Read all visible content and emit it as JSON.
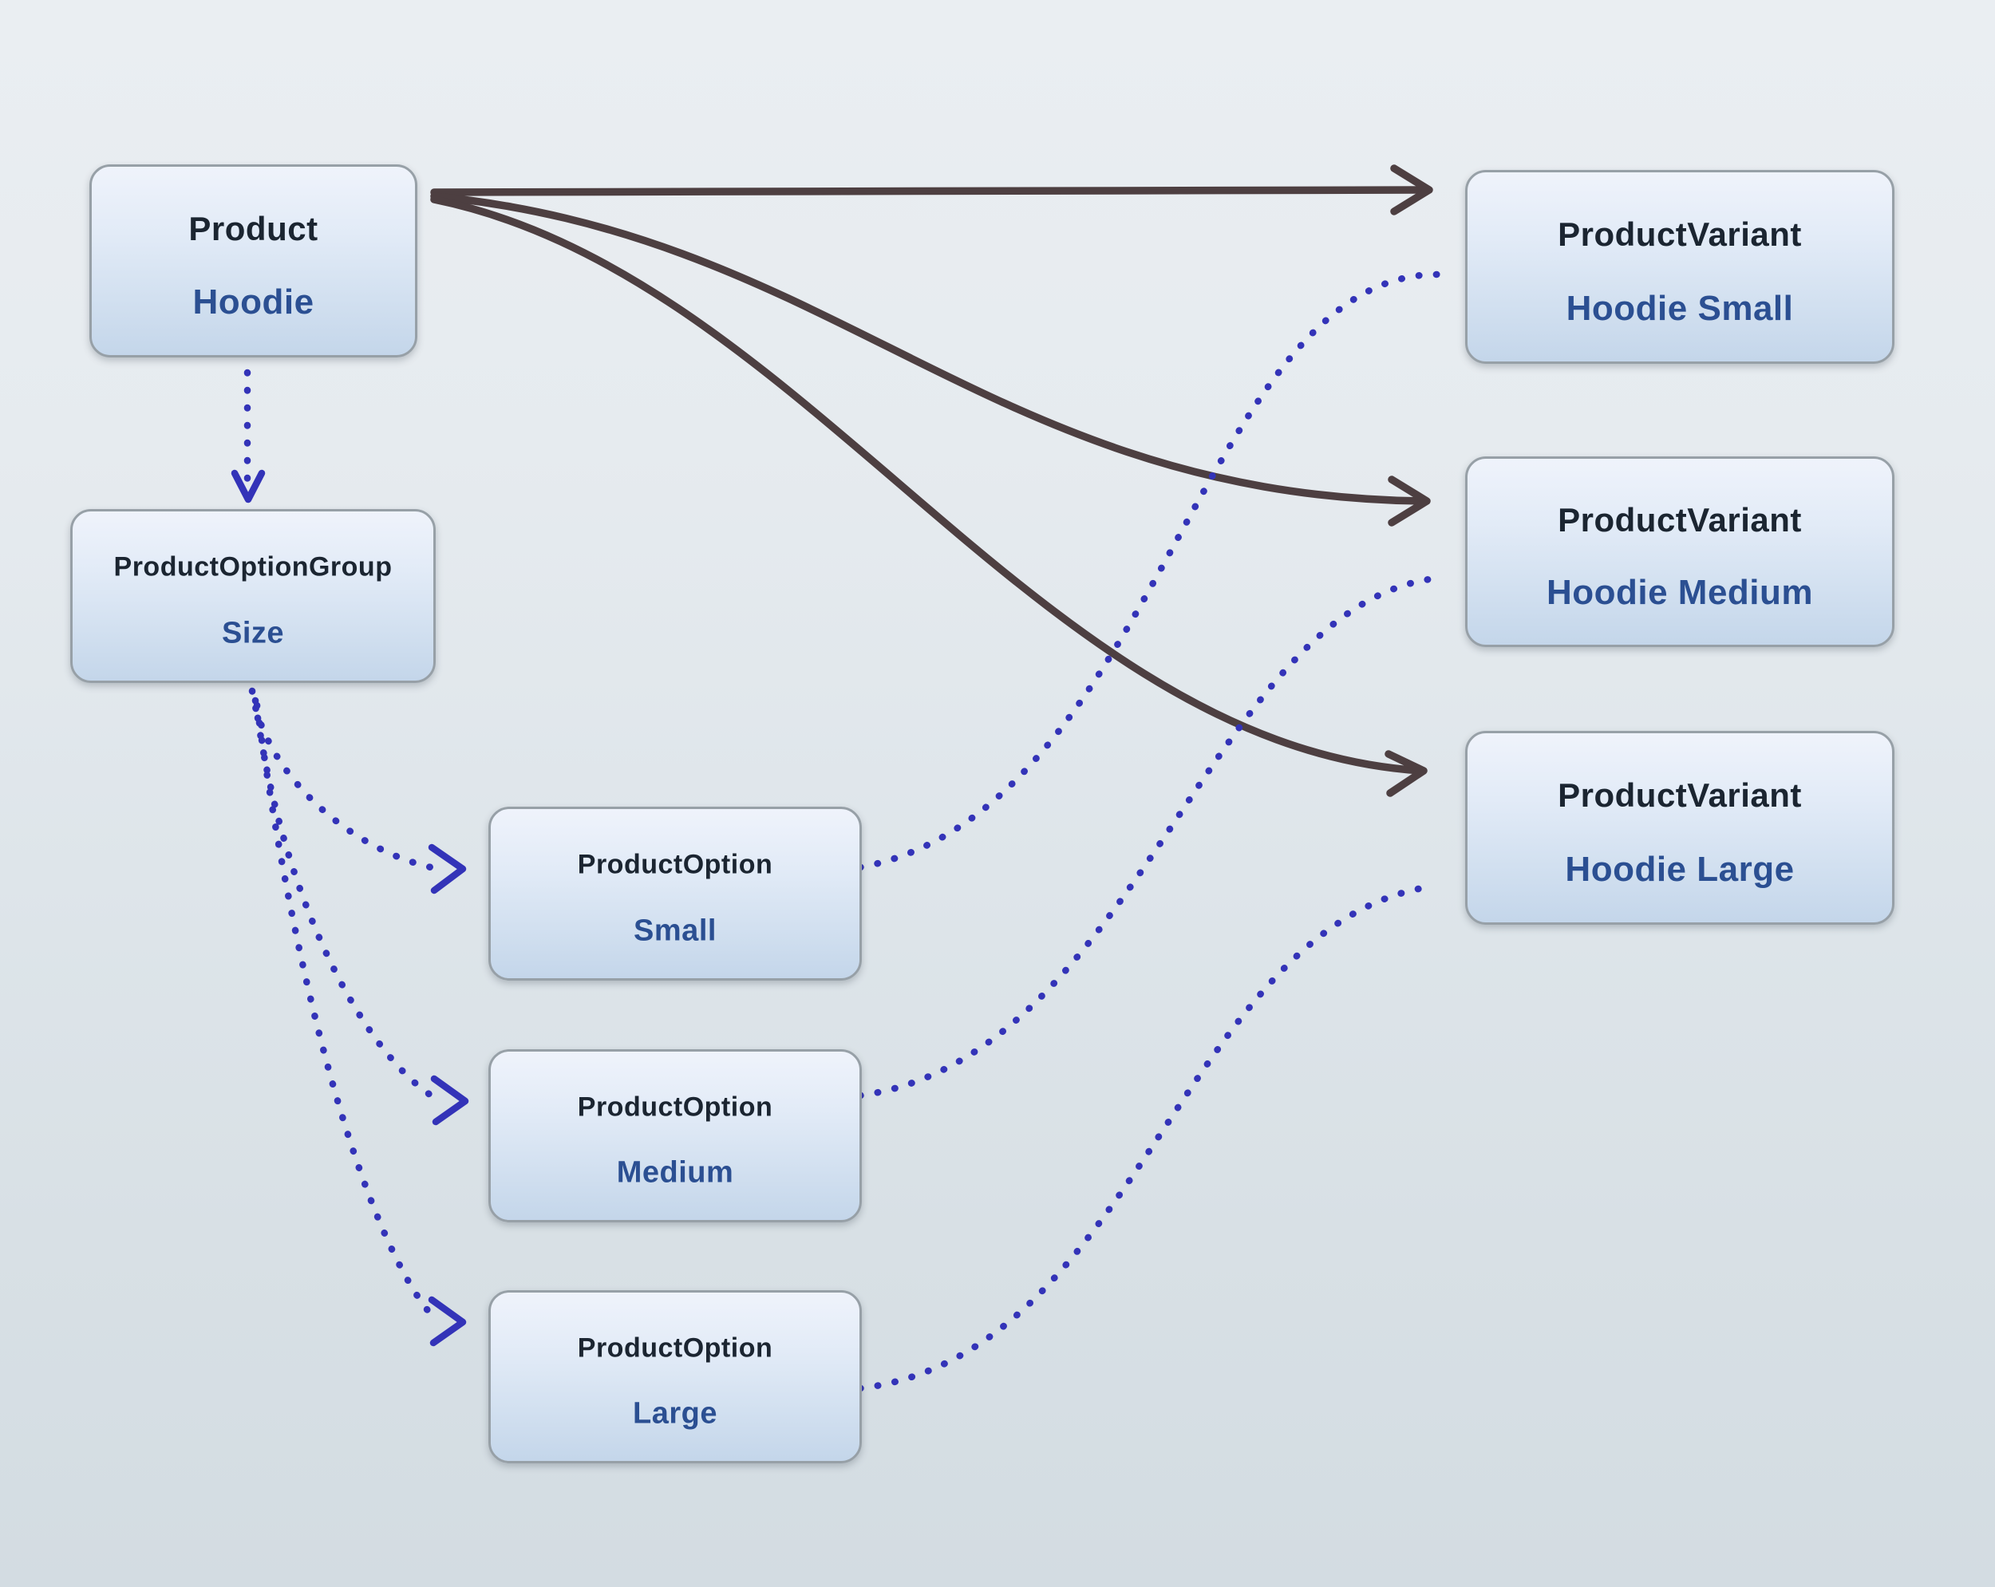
{
  "colors": {
    "background_top": "#eaeef2",
    "background_bottom": "#d3dce2",
    "solid_edge": "#4d3f41",
    "dotted_edge": "#3333b8",
    "node_title": "#1b2531",
    "node_value": "#2b4f92",
    "node_border": "#97a0a7",
    "node_fill_top": "#eff3fb",
    "node_fill_bottom": "#c4d6ea"
  },
  "nodes": {
    "product": {
      "title": "Product",
      "value": "Hoodie"
    },
    "option_group": {
      "title": "ProductOptionGroup",
      "value": "Size"
    },
    "option_small": {
      "title": "ProductOption",
      "value": "Small"
    },
    "option_medium": {
      "title": "ProductOption",
      "value": "Medium"
    },
    "option_large": {
      "title": "ProductOption",
      "value": "Large"
    },
    "variant_small": {
      "title": "ProductVariant",
      "value": "Hoodie Small"
    },
    "variant_medium": {
      "title": "ProductVariant",
      "value": "Hoodie Medium"
    },
    "variant_large": {
      "title": "ProductVariant",
      "value": "Hoodie Large"
    }
  },
  "edges": {
    "solid_style": "solid arrow",
    "dotted_style": "dotted arrow",
    "list": [
      {
        "from": "product",
        "to": "variant_small",
        "style": "solid"
      },
      {
        "from": "product",
        "to": "variant_medium",
        "style": "solid"
      },
      {
        "from": "product",
        "to": "variant_large",
        "style": "solid"
      },
      {
        "from": "product",
        "to": "option_group",
        "style": "dotted"
      },
      {
        "from": "option_group",
        "to": "option_small",
        "style": "dotted"
      },
      {
        "from": "option_group",
        "to": "option_medium",
        "style": "dotted"
      },
      {
        "from": "option_group",
        "to": "option_large",
        "style": "dotted"
      },
      {
        "from": "option_small",
        "to": "variant_small",
        "style": "dotted"
      },
      {
        "from": "option_medium",
        "to": "variant_medium",
        "style": "dotted"
      },
      {
        "from": "option_large",
        "to": "variant_large",
        "style": "dotted"
      }
    ]
  }
}
